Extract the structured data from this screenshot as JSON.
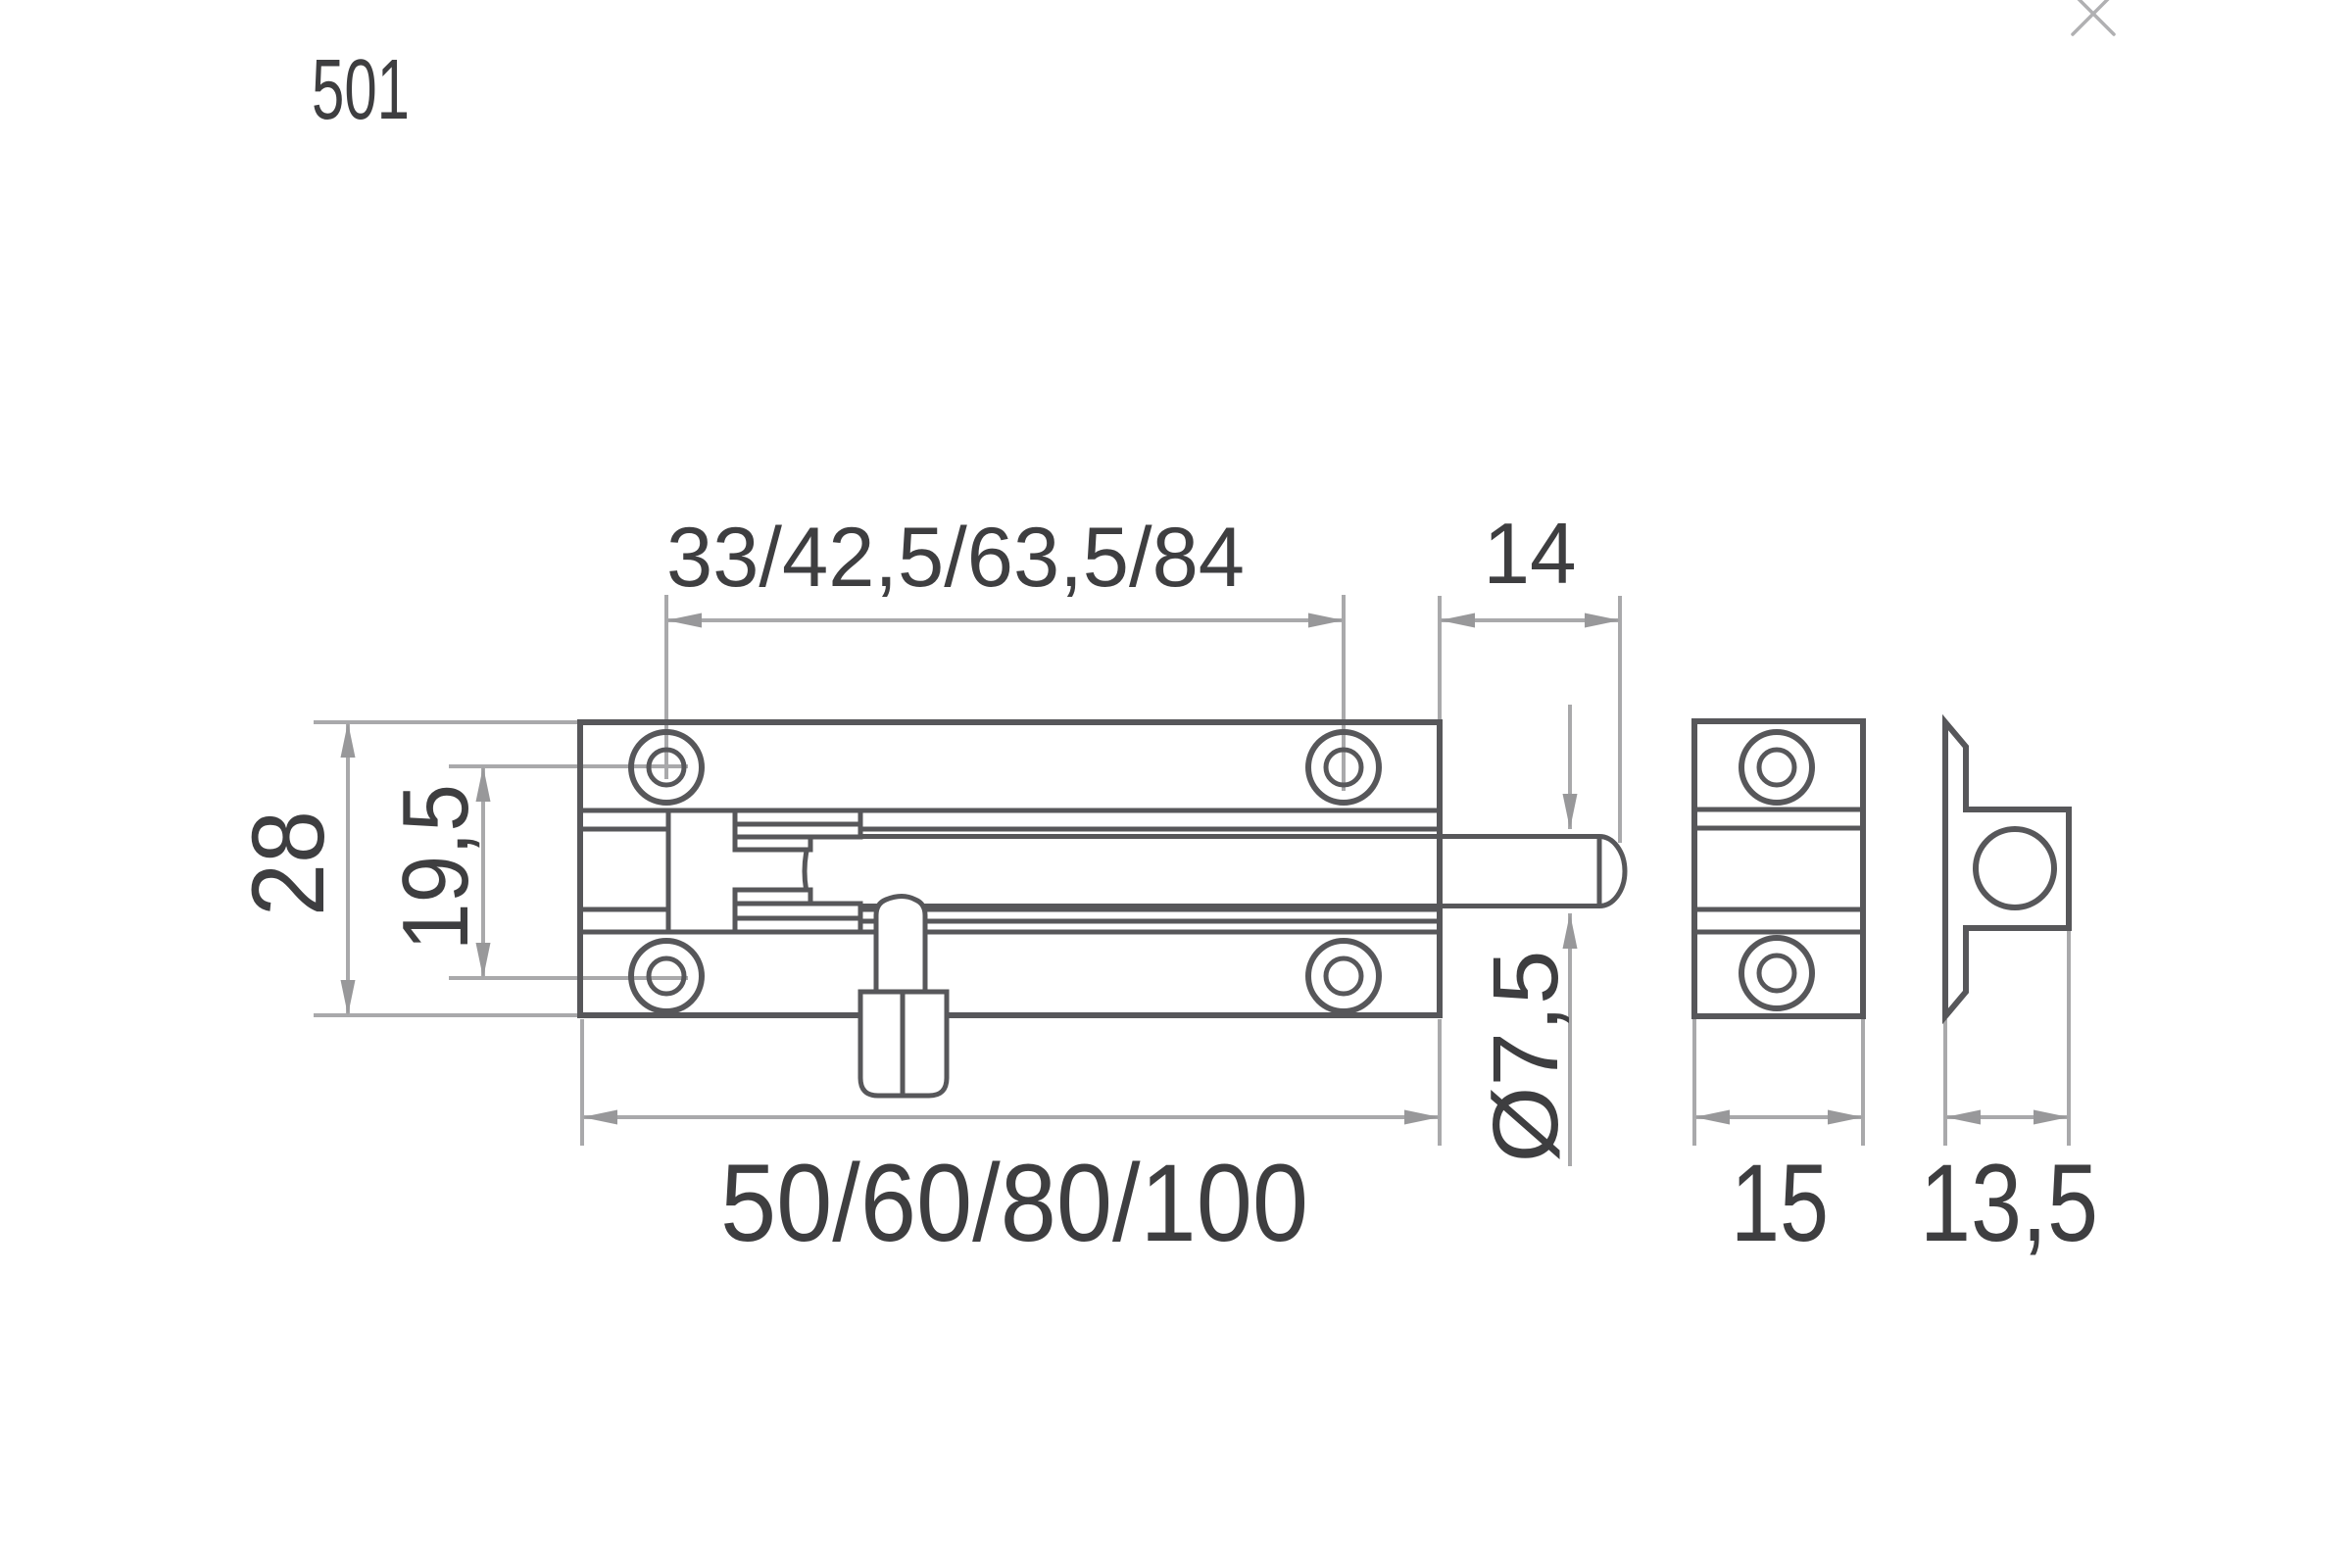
{
  "colors": {
    "background": "#ffffff",
    "ink": "#57575a",
    "label": "#3e3e40",
    "dim_line": "#a9a9ab",
    "arrow": "#98989a",
    "close": "#b0b0b2"
  },
  "header": {
    "model_code": "501"
  },
  "lightbox": {
    "close_icon": "×"
  },
  "drawing": {
    "subject": "Dimensioned technical drawing of a barrel bolt door latch",
    "views": [
      {
        "id": "front",
        "name": "bolt front view"
      },
      {
        "id": "keeper_front",
        "name": "keeper plate front view"
      },
      {
        "id": "keeper_side",
        "name": "keeper plate side view"
      }
    ],
    "dimensions": {
      "hole_spacing": "33/42,5/63,5/84",
      "pin_protrusion": "14",
      "plate_height": "28",
      "hole_row_spacing": "19,5",
      "overall_length": "50/60/80/100",
      "pin_diameter": "Ø7,5",
      "keeper_width": "15",
      "keeper_depth": "13,5"
    }
  }
}
